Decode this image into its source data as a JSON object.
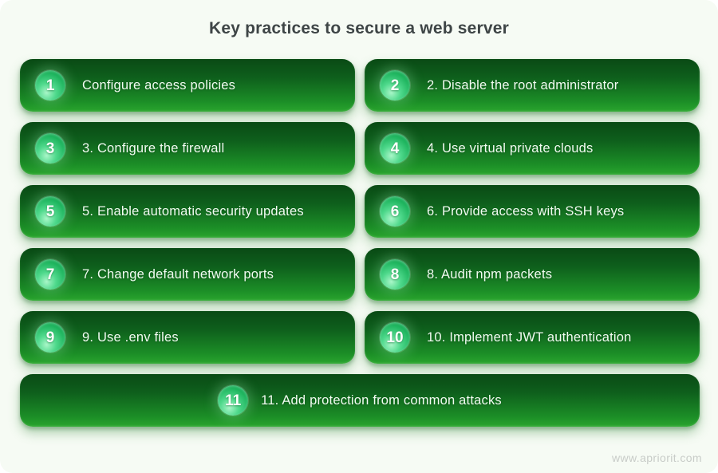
{
  "page": {
    "title": "Key practices to secure a web server",
    "watermark": "www.apriorit.com"
  },
  "colors": {
    "canvas_background": "#f6fbf4",
    "pill_gradient_top": "#0a4a15",
    "pill_gradient_bottom": "#2aa52e",
    "badge_light": "#a9f6c8",
    "badge_dark": "#0f9a4d",
    "title_text": "#3e4546",
    "pill_text": "#f2fcf2",
    "watermark_text": "#c8ccc8"
  },
  "items": [
    {
      "number": "1",
      "label": "Configure access policies",
      "full_width": false
    },
    {
      "number": "2",
      "label": "2. Disable the root administrator",
      "full_width": false
    },
    {
      "number": "3",
      "label": "3. Configure the firewall",
      "full_width": false
    },
    {
      "number": "4",
      "label": "4. Use virtual private clouds",
      "full_width": false
    },
    {
      "number": "5",
      "label": "5. Enable automatic security updates",
      "full_width": false
    },
    {
      "number": "6",
      "label": "6. Provide access with SSH keys",
      "full_width": false
    },
    {
      "number": "7",
      "label": "7. Change default network ports",
      "full_width": false
    },
    {
      "number": "8",
      "label": "8. Audit npm packets",
      "full_width": false
    },
    {
      "number": "9",
      "label": "9. Use .env files",
      "full_width": false
    },
    {
      "number": "10",
      "label": "10. Implement JWT authentication",
      "full_width": false
    },
    {
      "number": "11",
      "label": "11. Add protection from common attacks",
      "full_width": true
    }
  ]
}
